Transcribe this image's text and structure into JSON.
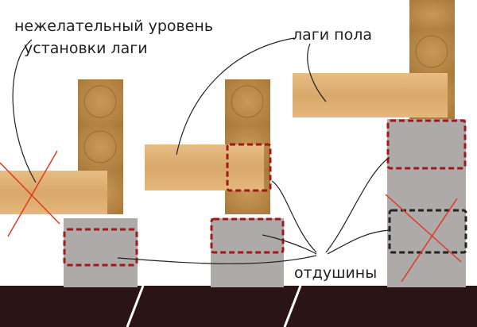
{
  "labels": {
    "undesired_line1": "нежелательный уровень",
    "undesired_line2": "установки лаги",
    "floor_joists": "лаги пола",
    "vents": "отдушины"
  },
  "colors": {
    "wood": "#d9a86a",
    "log": "#b98a45",
    "concrete": "#aeaaaa",
    "ground": "#2a1416",
    "dash_red": "#a01818",
    "dash_black": "#222222",
    "cross_red": "#e23a20"
  }
}
